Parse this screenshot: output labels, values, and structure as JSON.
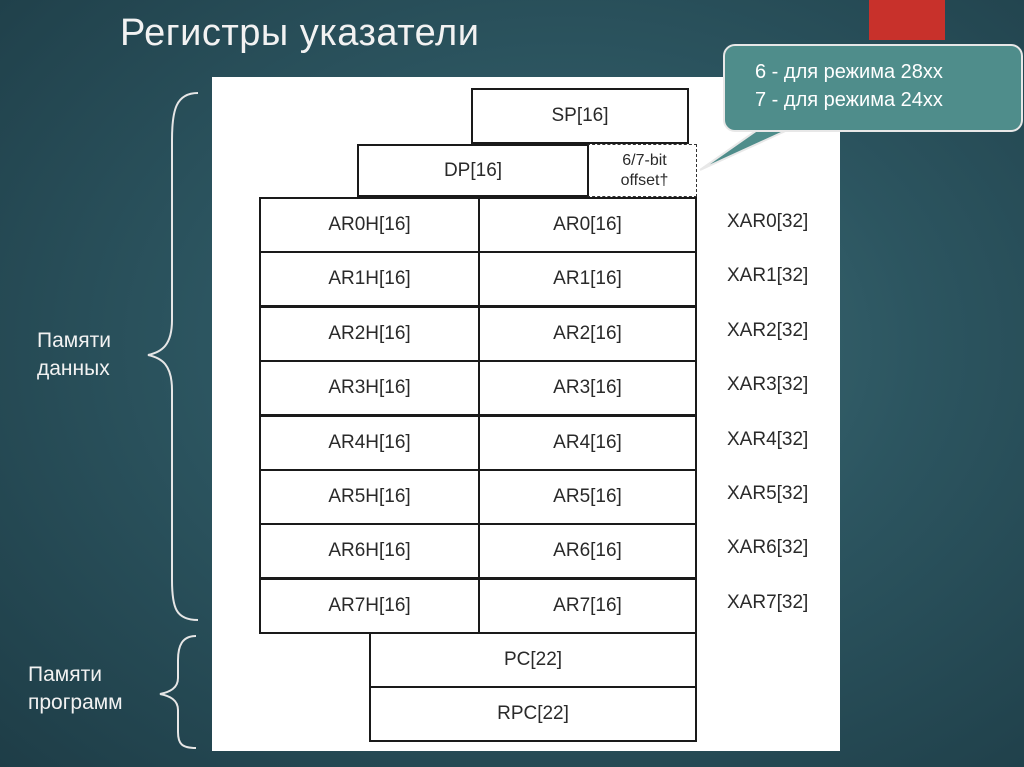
{
  "slide": {
    "title": "Регистры указатели",
    "accent_color": "#c8312b"
  },
  "callout": {
    "line1": "6 - для режима 28xx",
    "line2": "7 - для режима 24xx"
  },
  "groups": {
    "data_memory": "Памяти\nданных",
    "program_memory": "Памяти\nпрограмм"
  },
  "registers": {
    "sp": "SP[16]",
    "dp": "DP[16]",
    "dp_offset": "6/7-bit\noffset†",
    "rows": [
      {
        "high": "AR0H[16]",
        "low": "AR0[16]",
        "ext": "XAR0[32]"
      },
      {
        "high": "AR1H[16]",
        "low": "AR1[16]",
        "ext": "XAR1[32]"
      },
      {
        "high": "AR2H[16]",
        "low": "AR2[16]",
        "ext": "XAR2[32]"
      },
      {
        "high": "AR3H[16]",
        "low": "AR3[16]",
        "ext": "XAR3[32]"
      },
      {
        "high": "AR4H[16]",
        "low": "AR4[16]",
        "ext": "XAR4[32]"
      },
      {
        "high": "AR5H[16]",
        "low": "AR5[16]",
        "ext": "XAR5[32]"
      },
      {
        "high": "AR6H[16]",
        "low": "AR6[16]",
        "ext": "XAR6[32]"
      },
      {
        "high": "AR7H[16]",
        "low": "AR7[16]",
        "ext": "XAR7[32]"
      }
    ],
    "pc": "PC[22]",
    "rpc": "RPC[22]"
  }
}
